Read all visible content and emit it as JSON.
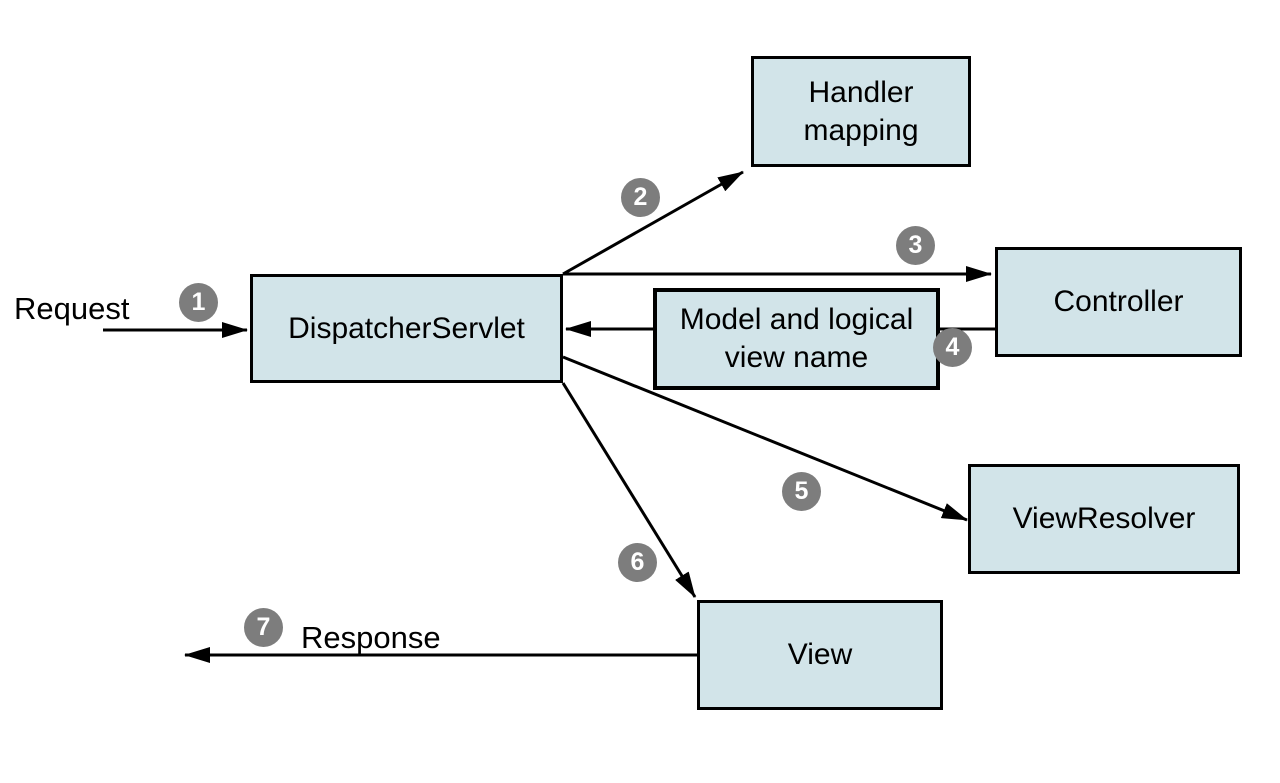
{
  "nodes": {
    "dispatcher_servlet": {
      "label": "DispatcherServlet"
    },
    "handler_mapping": {
      "label": "Handler mapping"
    },
    "controller": {
      "label": "Controller"
    },
    "model_and_view": {
      "label": "Model and logical view name"
    },
    "view_resolver": {
      "label": "ViewResolver"
    },
    "view": {
      "label": "View"
    }
  },
  "labels": {
    "request": "Request",
    "response": "Response"
  },
  "steps": {
    "s1": "1",
    "s2": "2",
    "s3": "3",
    "s4": "4",
    "s5": "5",
    "s6": "6",
    "s7": "7"
  },
  "colors": {
    "node_fill": "#d2e4e9",
    "node_border": "#000000",
    "badge_bg": "#7d7d7d",
    "badge_text": "#ffffff",
    "arrow": "#000000",
    "background": "#ffffff"
  }
}
